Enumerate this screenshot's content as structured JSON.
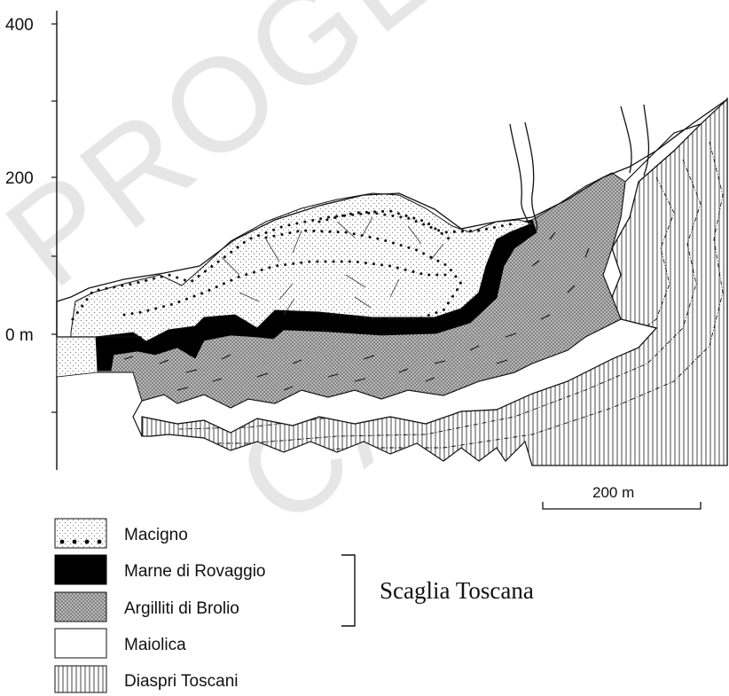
{
  "watermark": {
    "line1": "PROGE",
    "line2": "CA"
  },
  "elevation_axis": {
    "ticks": [
      {
        "label": "400"
      },
      {
        "label": "200"
      },
      {
        "label": "0 m"
      }
    ]
  },
  "scale_bar": {
    "label": "200 m"
  },
  "legend": {
    "items": [
      {
        "label": "Macigno",
        "pattern": "dotted-stipple"
      },
      {
        "label": "Marne di Rovaggio",
        "pattern": "solid-black"
      },
      {
        "label": "Argilliti di Brolio",
        "pattern": "crosshatch"
      },
      {
        "label": "Maiolica",
        "pattern": "blank"
      },
      {
        "label": "Diaspri Toscani",
        "pattern": "vertical-lines"
      }
    ],
    "group_label": "Scaglia Toscana"
  },
  "colors": {
    "ink": "#111111",
    "background": "#ffffff",
    "watermark": "#d2d2d2"
  }
}
